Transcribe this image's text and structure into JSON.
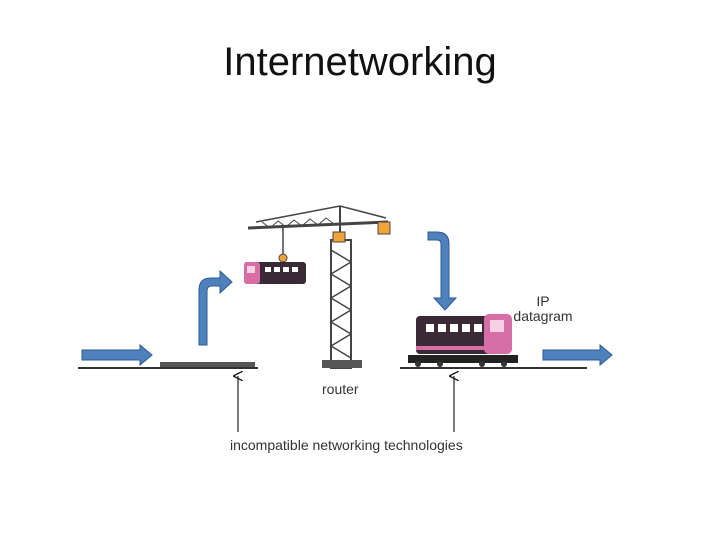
{
  "slide": {
    "title": "Internetworking"
  },
  "labels": {
    "router": "router",
    "ip_line1": "IP",
    "ip_line2": "datagram",
    "incompatible": "incompatible networking technologies"
  },
  "colors": {
    "arrow_fill": "#4f81bd",
    "arrow_stroke": "#2e5a8f",
    "railcar_body": "#3a2a35",
    "railcar_accent": "#d76fa6",
    "crane": "#444444",
    "crane_hook": "#f2a23a"
  }
}
